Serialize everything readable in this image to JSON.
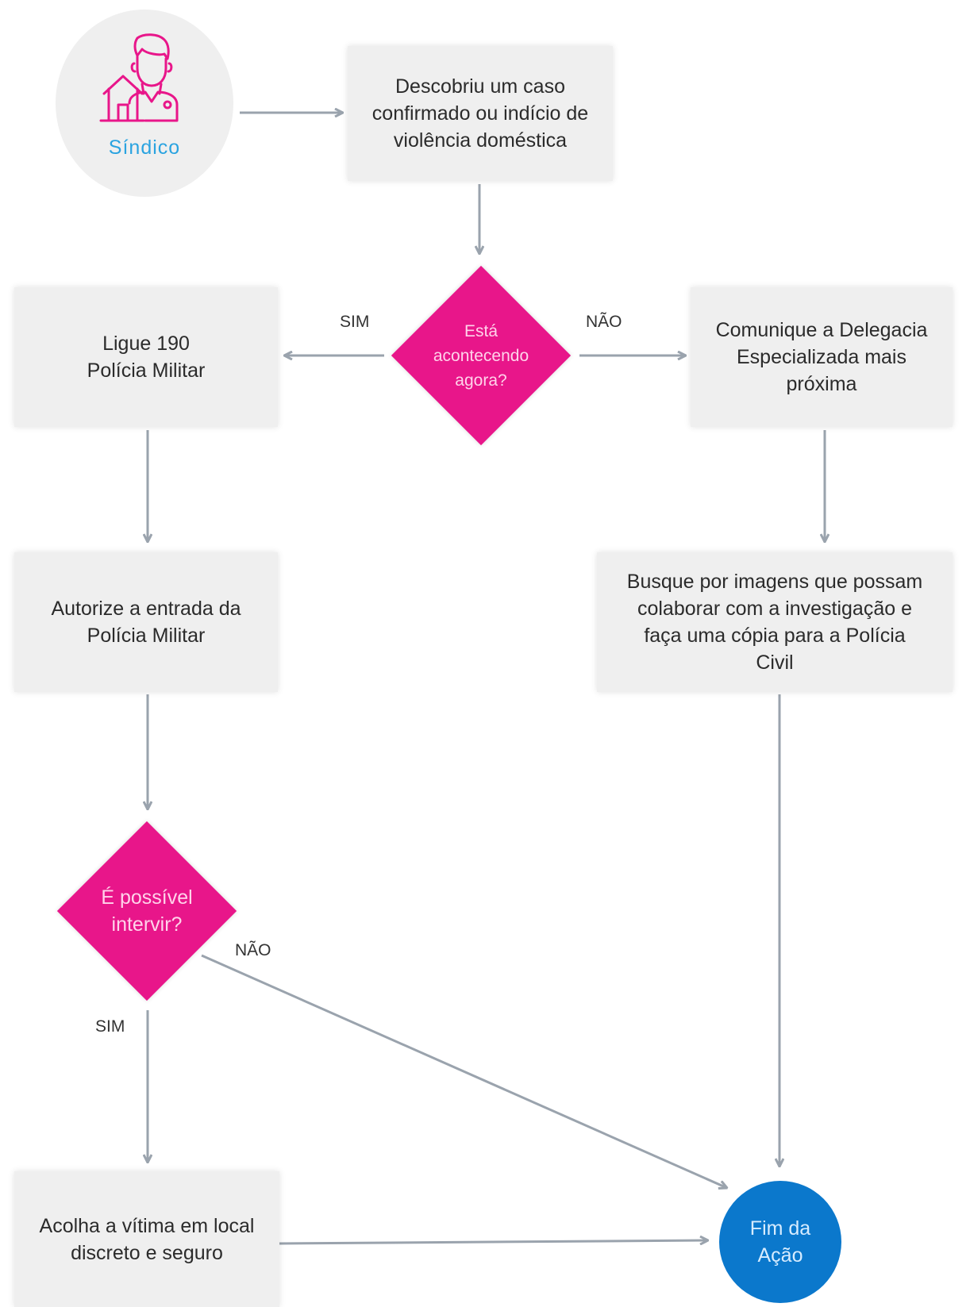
{
  "actor": {
    "label": "Síndico",
    "icon": "building-manager-icon"
  },
  "nodes": {
    "start": "Descobriu um caso\nconfirmado ou indício de\nviolência doméstica",
    "decision_now": "Está\nacontecendo\nagora?",
    "call_190": "Ligue 190\nPolícia Militar",
    "report_station": "Comunique a Delegacia\nEspecializada mais\npróxima",
    "authorize_entry": "Autorize a entrada da\nPolícia Militar",
    "search_images": "Busque por imagens que possam\ncolaborar com a investigação e\nfaça uma cópia para a Polícia\nCivil",
    "decision_intervene": "É possível\nintervir?",
    "shelter_victim": "Acolha a vítima em local\ndiscreto e seguro",
    "end": "Fim da\nAção"
  },
  "edge_labels": {
    "now_yes": "SIM",
    "now_no": "NÃO",
    "intervene_no": "NÃO",
    "intervene_yes": "SIM"
  },
  "colors": {
    "decision": "#e8168a",
    "end": "#0b78cc",
    "box": "#efefef",
    "arrow": "#9aa3ad",
    "actor_label": "#2aa3e0",
    "actor_icon": "#e8168a"
  }
}
